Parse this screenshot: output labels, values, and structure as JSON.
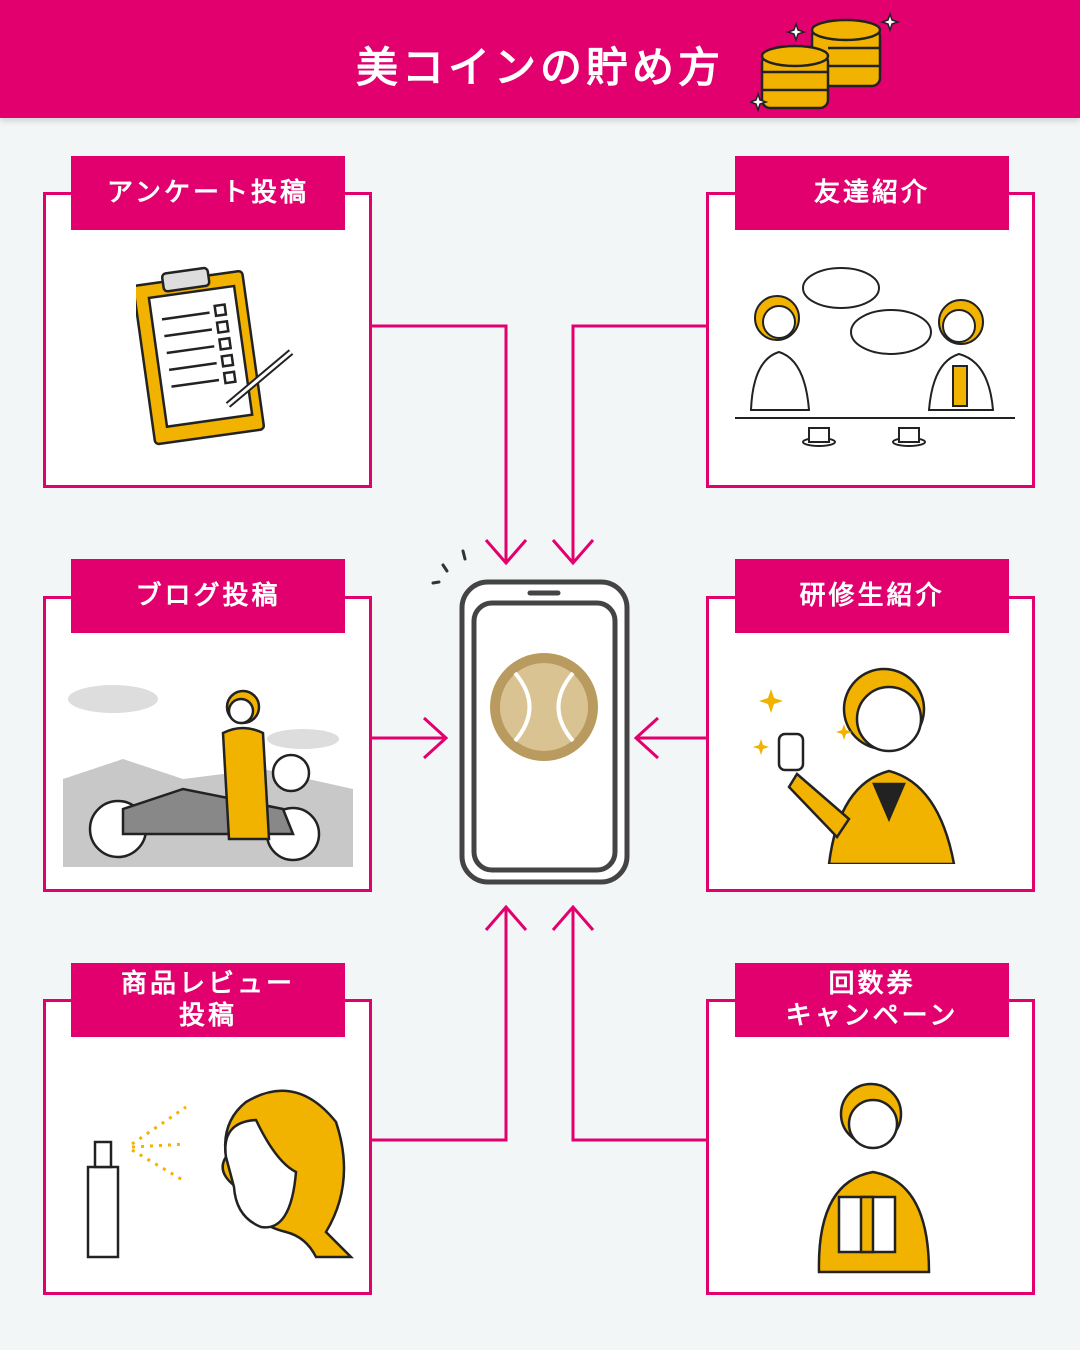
{
  "header": {
    "title": "美コインの貯め方"
  },
  "methods": [
    {
      "label": "アンケート投稿",
      "icon": "clipboard-survey"
    },
    {
      "label": "友達紹介",
      "icon": "friends-talking"
    },
    {
      "label": "ブログ投稿",
      "icon": "motorcycle-rider"
    },
    {
      "label": "研修生紹介",
      "icon": "thumbs-up-woman"
    },
    {
      "label_lines": [
        "商品レビュー",
        "投稿"
      ],
      "icon": "spray-review"
    },
    {
      "label_lines": [
        "回数券",
        "キャンペーン"
      ],
      "icon": "gift-woman"
    }
  ],
  "colors": {
    "accent": "#e2006f",
    "yellow": "#f2b200",
    "background": "#f3f6f6"
  }
}
